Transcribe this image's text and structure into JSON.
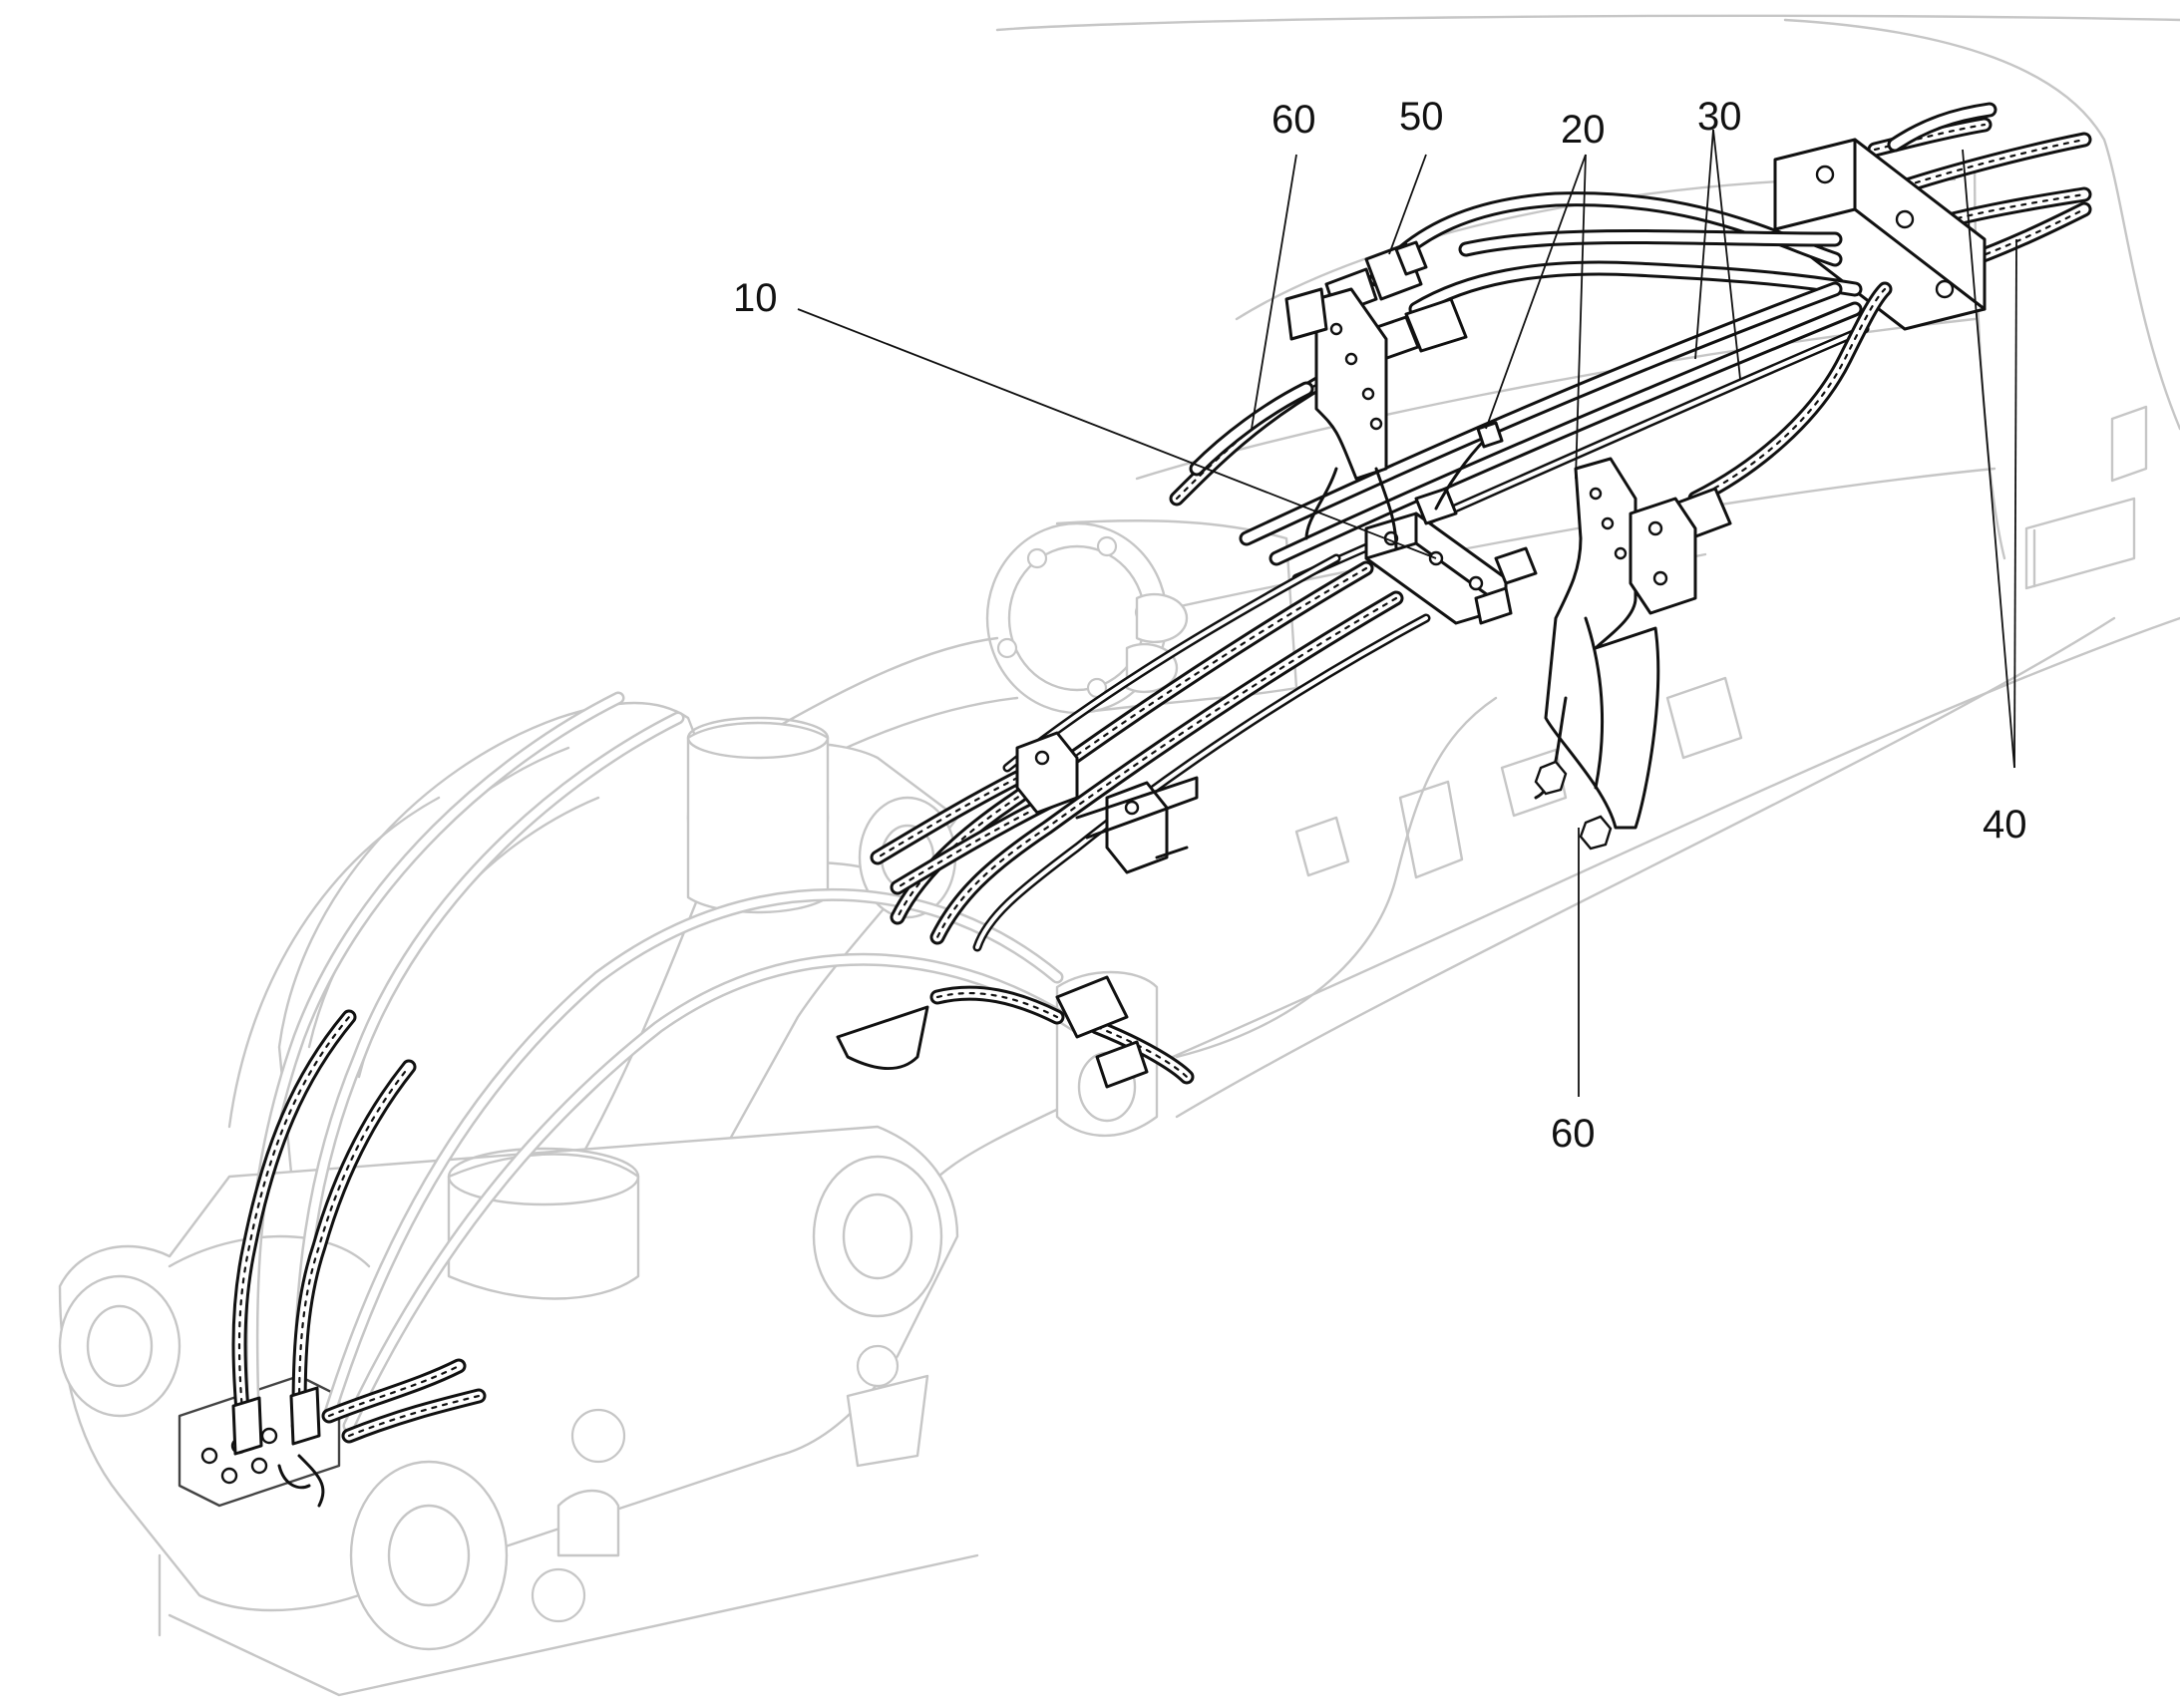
{
  "figure": {
    "callouts": [
      {
        "id": "c10",
        "text": "10"
      },
      {
        "id": "c20",
        "text": "20"
      },
      {
        "id": "c30",
        "text": "30"
      },
      {
        "id": "c40",
        "text": "40"
      },
      {
        "id": "c50",
        "text": "50"
      },
      {
        "id": "c60_top",
        "text": "60"
      },
      {
        "id": "c60_bottom",
        "text": "60"
      }
    ],
    "colors": {
      "ink": "#111111",
      "ghost": "#c6c6c6",
      "background": "#ffffff"
    }
  }
}
